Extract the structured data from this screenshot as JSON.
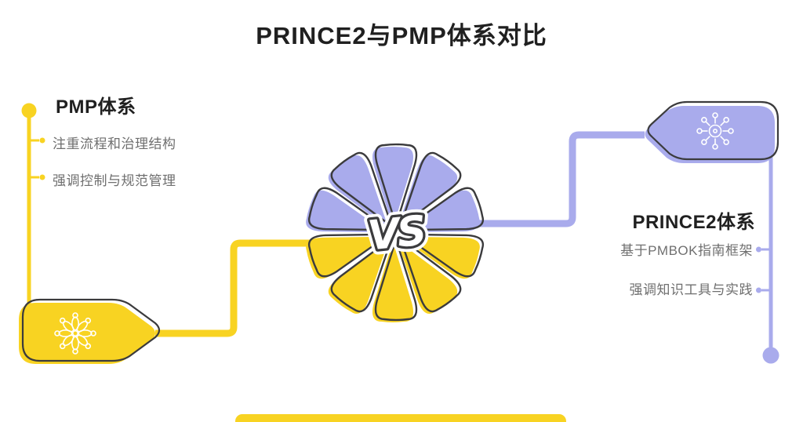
{
  "title": "PRINCE2与PMP体系对比",
  "vs_label": "VS",
  "left_panel": {
    "heading": "PMP体系",
    "bullets": [
      {
        "label": "注重流程和治理结构"
      },
      {
        "label": "强调控制与规范管理"
      }
    ]
  },
  "right_panel": {
    "heading": "PRINCE2体系",
    "bullets": [
      {
        "label": "基于PMBOK指南框架"
      },
      {
        "label": "强调知识工具与实践"
      }
    ]
  },
  "icons": {
    "left_tag": "flower-wheel-icon",
    "right_tag": "hub-network-icon"
  },
  "colors": {
    "yellow": "#F8D322",
    "purple": "#A9ABEC",
    "outline": "#3B3B3D",
    "heading": "#202020",
    "bullet_gray": "#6F6F6F"
  },
  "flower": {
    "top_petals": 5,
    "bottom_petals": 5,
    "top_color": "#A9ABEC",
    "bottom_color": "#F8D322"
  }
}
